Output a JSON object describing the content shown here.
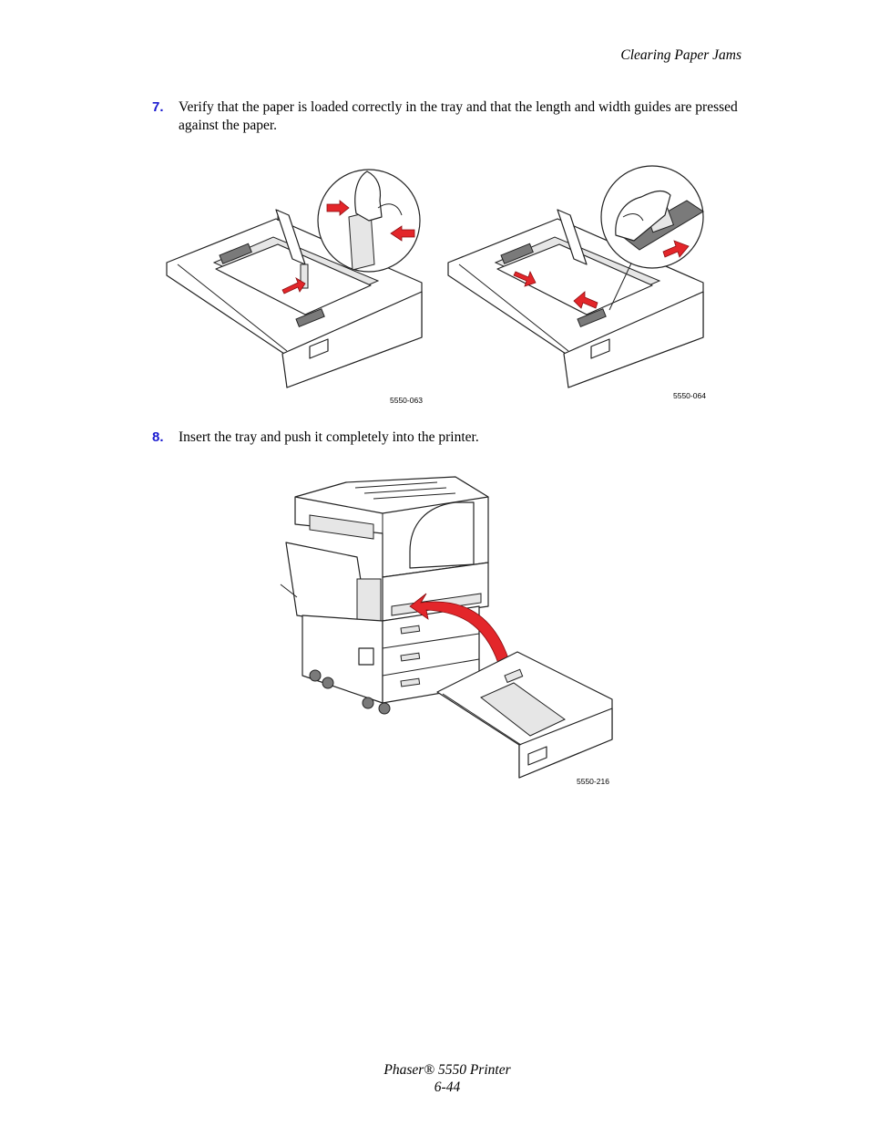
{
  "header": {
    "title": "Clearing Paper Jams"
  },
  "steps": [
    {
      "number": "7.",
      "text": "Verify that the paper is loaded correctly in the tray and that the length and width guides are pressed against the paper."
    },
    {
      "number": "8.",
      "text": "Insert the tray and push it completely into the printer."
    }
  ],
  "figures": {
    "left_tray_caption": "5550-063",
    "right_tray_caption": "5550-064",
    "printer_caption": "5550-216"
  },
  "footer": {
    "product": "Phaser® 5550 Printer",
    "page": "6-44"
  },
  "colors": {
    "step_number": "#1a1ad0",
    "arrow": "#e3262a"
  }
}
